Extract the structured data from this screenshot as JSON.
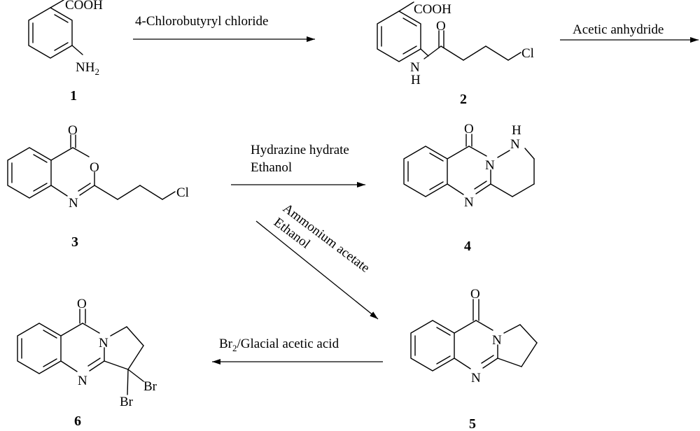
{
  "compounds": {
    "c1": {
      "label": "1",
      "cooh": "COOH",
      "nh": "NH",
      "nh_sub": "2"
    },
    "c2": {
      "label": "2",
      "cooh": "COOH",
      "o": "O",
      "n": "N",
      "h": "H",
      "cl": "Cl"
    },
    "c3": {
      "label": "3",
      "o_carbonyl": "O",
      "o_ring": "O",
      "n": "N",
      "cl": "Cl"
    },
    "c4": {
      "label": "4",
      "o": "O",
      "h": "H",
      "n_top": "N",
      "n_ring": "N",
      "n_bottom": "N"
    },
    "c5": {
      "label": "5",
      "o": "O",
      "n_ring": "N",
      "n_bottom": "N"
    },
    "c6": {
      "label": "6",
      "o": "O",
      "n_ring": "N",
      "n_bottom": "N",
      "br1": "Br",
      "br2": "Br"
    }
  },
  "reagents": {
    "r1": "4-Chlorobutyryl chloride",
    "r2": "Acetic anhydride",
    "r3_line1": "Hydrazine hydrate",
    "r3_line2": "Ethanol",
    "r4_line1": "Ammonium acetate",
    "r4_line2": "Ethanol",
    "r5_main": "Br",
    "r5_sub": "2",
    "r5_rest": "/Glacial acetic acid"
  }
}
